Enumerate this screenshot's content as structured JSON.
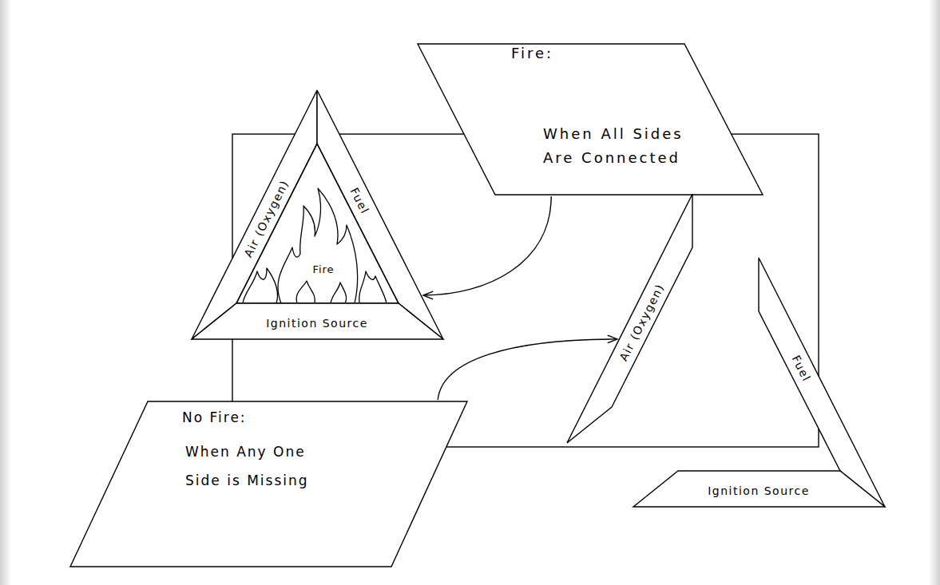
{
  "diagram": {
    "nodes": [
      {
        "text": [
          "Fire:",
          "When All Sides Are Connected"
        ]
      },
      {
        "text": [
          "Air (Oxygen)"
        ]
      },
      {
        "text": [
          "Fuel"
        ]
      },
      {
        "text": [
          "Fire"
        ]
      },
      {
        "text": [
          "Ignition Source"
        ]
      },
      {
        "text": [
          "Air (Oxygen)"
        ]
      },
      {
        "text": [
          "Fuel"
        ]
      },
      {
        "text": [
          "No Fire:",
          "When Any One Side is Missing"
        ]
      },
      {
        "text": [
          "Ignition Source"
        ]
      }
    ],
    "edges": [
      {
        "from": 0,
        "to": 3,
        "arrow": "to"
      },
      {
        "from": 7,
        "to": 5,
        "arrow": "to"
      }
    ]
  }
}
